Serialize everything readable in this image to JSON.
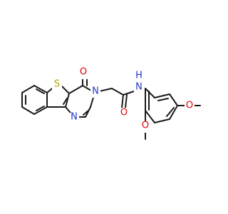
{
  "molecule": {
    "atoms": [
      {
        "id": "s1",
        "label": "S",
        "color": "#b3a600"
      },
      {
        "id": "o1",
        "label": "O",
        "color": "#e00000"
      },
      {
        "id": "n3",
        "label": "N",
        "color": "#2233cc"
      },
      {
        "id": "n1",
        "label": "N",
        "color": "#2233cc"
      },
      {
        "id": "o2",
        "label": "O",
        "color": "#e00000"
      },
      {
        "id": "n_amide",
        "label": "N",
        "color": "#2233cc"
      },
      {
        "id": "h_amide",
        "label": "H",
        "color": "#2233cc"
      },
      {
        "id": "o3",
        "label": "O",
        "color": "#e00000"
      },
      {
        "id": "o4",
        "label": "O",
        "color": "#e00000"
      }
    ]
  }
}
